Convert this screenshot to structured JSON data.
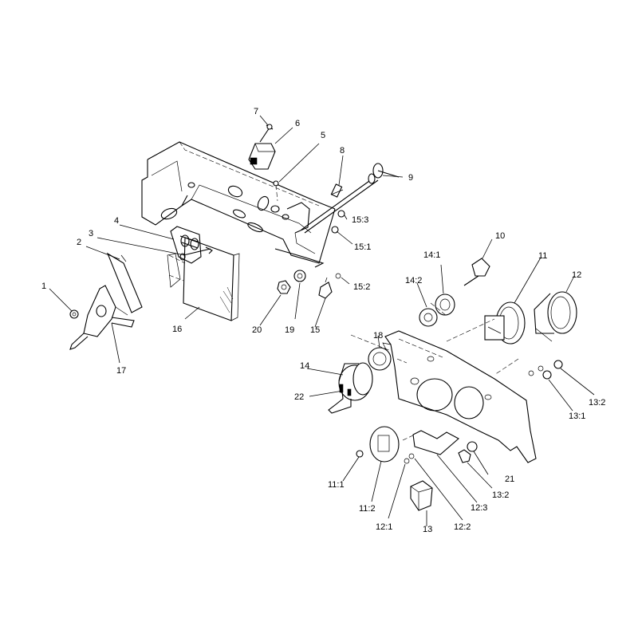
{
  "labels": {
    "l1": "1",
    "l2": "2",
    "l3": "3",
    "l4": "4",
    "l5": "5",
    "l6": "6",
    "l7": "7",
    "l8": "8",
    "l9": "9",
    "l10": "10",
    "l11": "11",
    "l12": "12",
    "l13": "13",
    "l14": "14",
    "l15": "15",
    "l16": "16",
    "l17": "17",
    "l18": "18",
    "l19": "19",
    "l20": "20",
    "l21": "21",
    "l22": "22",
    "l15_1": "15:1",
    "l15_2": "15:2",
    "l15_3": "15:3",
    "l14_1": "14:1",
    "l14_2": "14:2",
    "l13_1": "13:1",
    "l13_2a": "13:2",
    "l13_2b": "13:2",
    "l11_1": "11:1",
    "l11_2": "11:2",
    "l12_1": "12:1",
    "l12_2": "12:2",
    "l12_3": "12:3"
  }
}
